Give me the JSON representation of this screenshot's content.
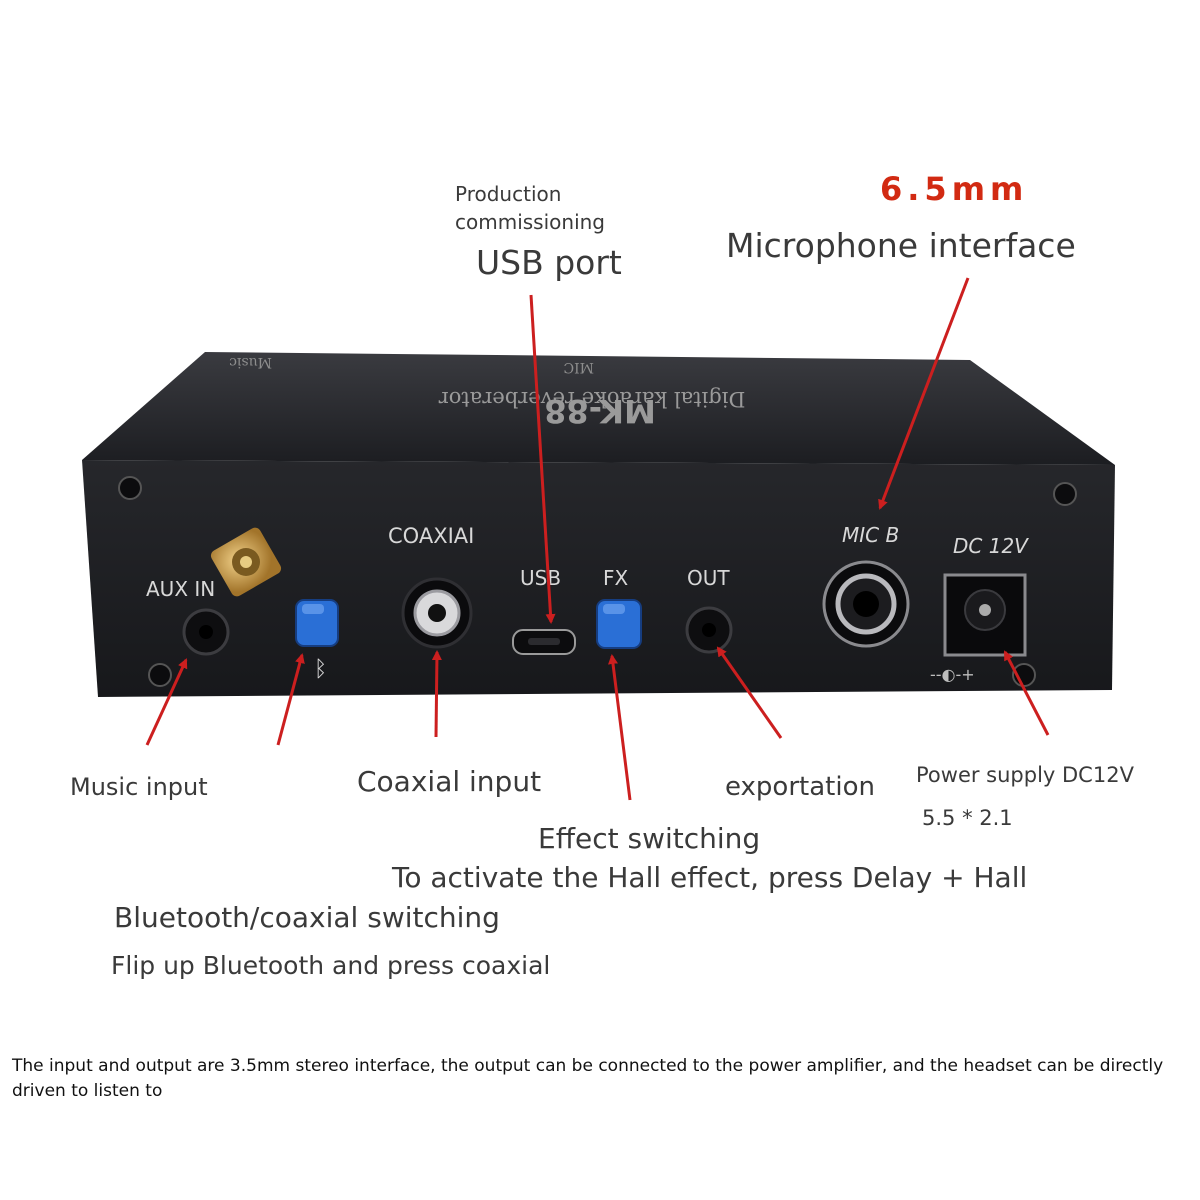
{
  "device": {
    "model": "MK-88",
    "subtitle": "Digital karaoke reverberator",
    "top_music": "Music",
    "top_mic": "MIC",
    "panel": {
      "aux_in": "AUX IN",
      "coaxial": "COAXIAI",
      "usb": "USB",
      "fx": "FX",
      "out": "OUT",
      "mic_b": "MIC B",
      "dc_12v": "DC 12V",
      "polarity": "--◐-+"
    }
  },
  "callouts": {
    "usb_small_1": "Production",
    "usb_small_2": "commissioning",
    "usb_port": "USB port",
    "mic_size": "6.5mm",
    "mic_interface": "Microphone interface",
    "music_input": "Music input",
    "coaxial_input": "Coaxial input",
    "exportation": "exportation",
    "power_supply": "Power supply DC12V",
    "power_size": "5.5 * 2.1",
    "effect_switching": "Effect switching",
    "hall_effect": "To activate the Hall effect, press Delay + Hall",
    "bt_coax_switching": "Bluetooth/coaxial switching",
    "bt_flip": "Flip up Bluetooth and press coaxial"
  },
  "footnote": "The input and output are 3.5mm stereo interface, the output can be connected to the power amplifier, and the headset can be directly driven to listen to",
  "colors": {
    "arrow": "#cc1f1f",
    "accent_text": "#d22a12",
    "panel": "#1f2023",
    "button_blue": "#2a6fd6"
  }
}
